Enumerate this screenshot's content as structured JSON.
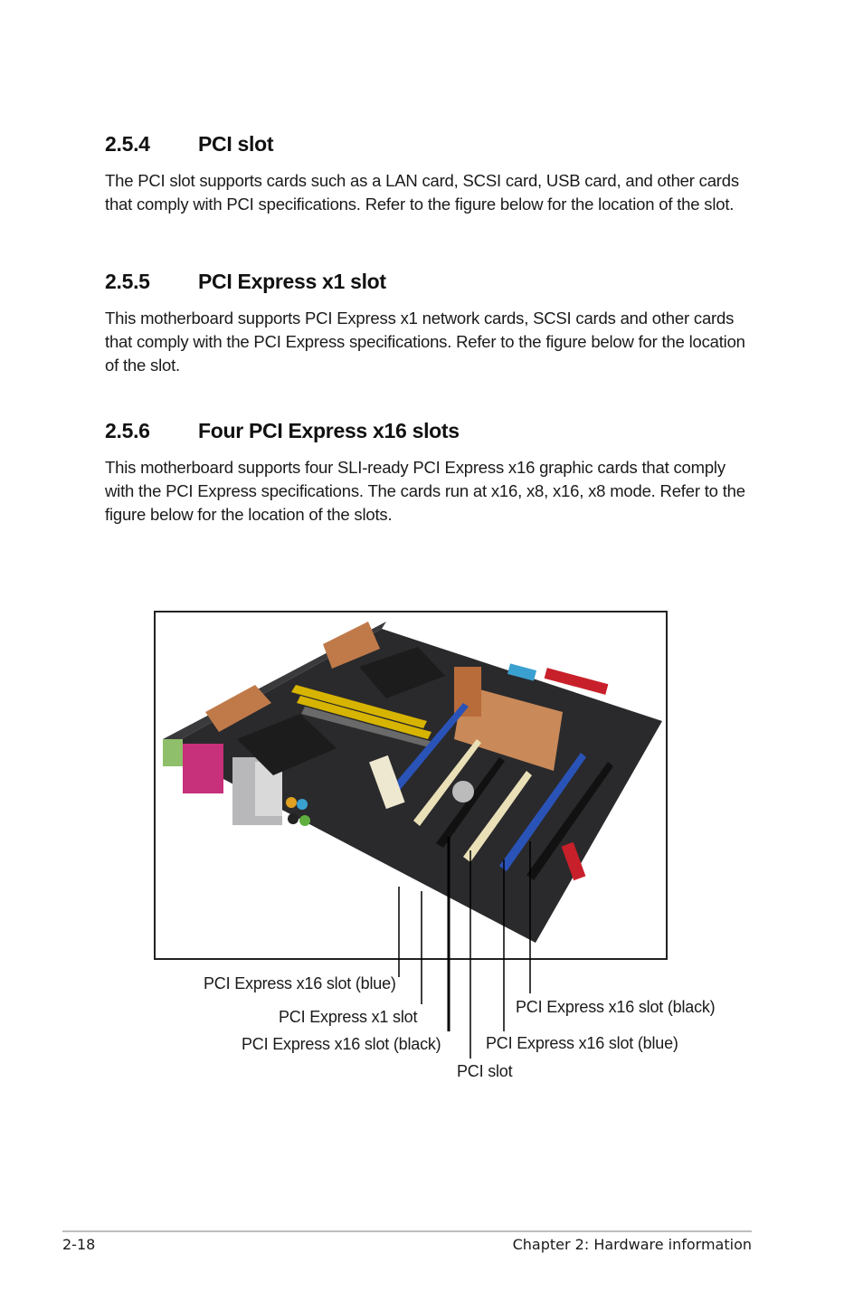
{
  "sections": [
    {
      "number": "2.5.4",
      "title": "PCI slot",
      "body": "The PCI slot supports cards such as a LAN card, SCSI card, USB card, and other cards that comply with PCI specifications. Refer to the figure below for the location of the slot."
    },
    {
      "number": "2.5.5",
      "title": "PCI Express x1 slot",
      "body": "This motherboard supports PCI Express x1 network cards, SCSI cards and other cards that comply with the PCI Express specifications. Refer to the figure below for the location of the slot."
    },
    {
      "number": "2.5.6",
      "title": "Four PCI Express x16 slots",
      "body": "This motherboard supports four SLI-ready PCI Express x16 graphic cards that comply with the PCI Express specifications. The cards run at x16, x8, x16, x8 mode. Refer to the figure below for the location of the slots."
    }
  ],
  "figure": {
    "callouts": [
      "PCI Express x16 slot (blue)",
      "PCI Express x1 slot",
      "PCI Express x16 slot (black)",
      "PCI slot",
      "PCI Express x16 slot (blue)",
      "PCI Express x16 slot (black)"
    ]
  },
  "footer": {
    "page_number": "2-18",
    "chapter": "Chapter 2: Hardware information"
  }
}
